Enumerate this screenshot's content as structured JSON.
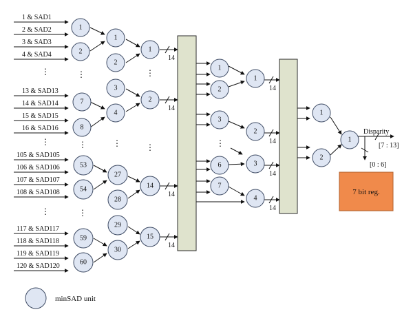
{
  "inputs": [
    "1 & SAD1",
    "2 & SAD2",
    "3 & SAD3",
    "4 & SAD4",
    "13 & SAD13",
    "14 & SAD14",
    "15 & SAD15",
    "16 & SAD16",
    "105 & SAD105",
    "106 & SAD106",
    "107 & SAD107",
    "108 & SAD108",
    "117 & SAD117",
    "118 & SAD118",
    "119 & SAD119",
    "120 & SAD120"
  ],
  "stage1": [
    "1",
    "2",
    "7",
    "8",
    "53",
    "54",
    "59",
    "60"
  ],
  "stage2": [
    "1",
    "2",
    "3",
    "4",
    "27",
    "28",
    "29",
    "30"
  ],
  "stage3": [
    "1",
    "2",
    "14",
    "15"
  ],
  "stage4": [
    "1",
    "2",
    "3",
    "6",
    "7"
  ],
  "stage5": [
    "1",
    "2",
    "3",
    "4"
  ],
  "stage6": [
    "1",
    "2"
  ],
  "stage7": [
    "1"
  ],
  "bus_width": "14",
  "ellipsis": "⋮",
  "disparity": {
    "label": "Disparity",
    "upper_bits": "[7 : 13]",
    "lower_bits": "[0 : 6]"
  },
  "register_label": "7 bit reg.",
  "legend_label": "minSAD unit",
  "colors": {
    "node_fill": "#dfe6f3",
    "bus_fill": "#dfe3cd",
    "register_fill": "#f08a4b"
  }
}
